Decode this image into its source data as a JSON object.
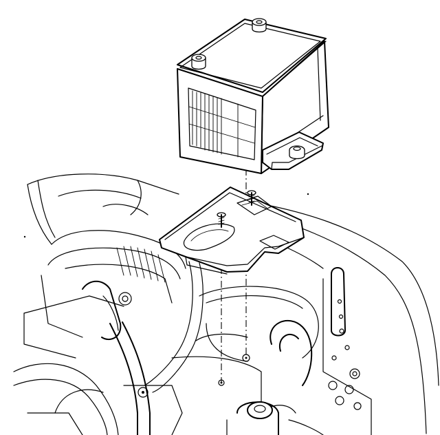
{
  "figure": {
    "type": "exploded-view line drawing",
    "labels": []
  },
  "parts": [
    {
      "id": "battery",
      "icon": "battery-icon"
    },
    {
      "id": "hold-down-clamp",
      "icon": "clamp-icon"
    },
    {
      "id": "battery-tray",
      "icon": "tray-icon"
    },
    {
      "id": "mounting-bolts",
      "icon": "bolt-icon"
    },
    {
      "id": "engine-compartment",
      "icon": "engine-icon"
    }
  ],
  "colors": {
    "ink": "#000000",
    "paper": "#ffffff"
  }
}
